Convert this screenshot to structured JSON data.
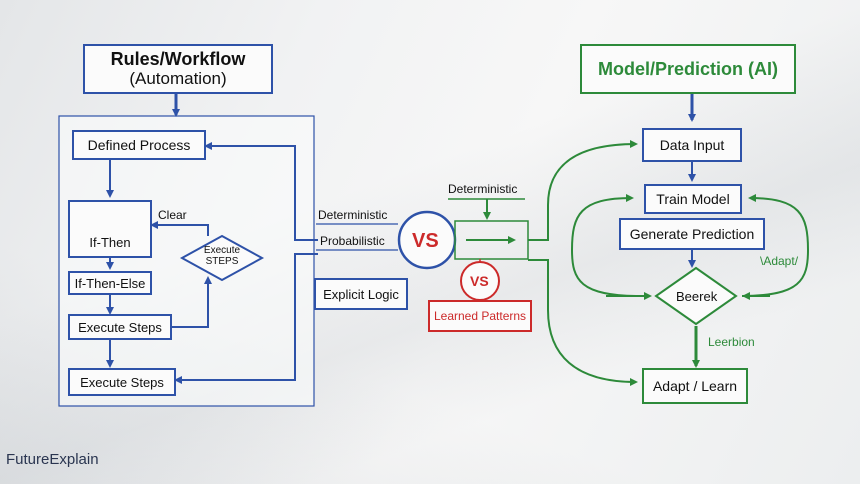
{
  "left": {
    "title_line1": "Rules/Workflow",
    "title_line2": "(Automation)",
    "defined_process": "Defined Process",
    "if_then": "If-Then",
    "clear": "Clear",
    "execute_diamond": "Execute STEPS",
    "if_then_else": "If-Then-Else",
    "execute_steps_1": "Execute Steps",
    "execute_steps_2": "Execute Steps"
  },
  "middle": {
    "deterministic_left": "Deterministic",
    "probabilistic": "Probabilistic",
    "explicit_logic": "Explicit Logic",
    "vs_main": "VS",
    "deterministic_right": "Deterministic",
    "vs_secondary": "VS",
    "learned_patterns": "Learned Patterns"
  },
  "right": {
    "title": "Model/Prediction (AI)",
    "data_input": "Data Input",
    "train_model": "Train Model",
    "generate_prediction": "Generate Prediction",
    "diamond": "Beerek",
    "adapt_label": "\\Adapt/",
    "learn_label": "Leerbion",
    "adapt_learn": "Adapt / Learn"
  },
  "footer": {
    "brand": "FutureExplain"
  },
  "colors": {
    "blue": "#2e52a8",
    "green": "#2d8a3a",
    "red": "#cc2a2a"
  }
}
